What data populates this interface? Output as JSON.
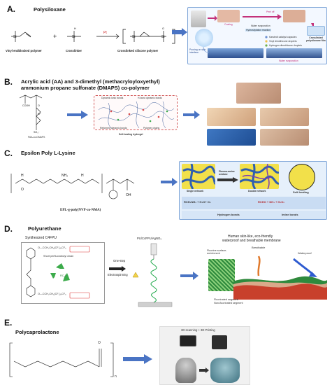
{
  "panels": {
    "A": {
      "letter": "A.",
      "title": "Polysiloxane",
      "labels": {
        "vinyl": "Vinyl endblocked polymer",
        "crosslinker": "Crosslinker",
        "crosslinked": "Crosslinked silicone polymer",
        "pt": "Pt",
        "coating": "Coating",
        "peel_off": "Peel off",
        "water_evap": "Water evaporation",
        "hydrosilylation": "Hydrosilylation reaction",
        "crosslinked_film": "Crosslinked polysiloxane film",
        "pouring": "Pouring on skin interface",
        "water_evap2": "Water evaporation",
        "legend1": "Karstedt catalyst capsules",
        "legend2": "Vinyl dimethicone droplets",
        "legend3": "Hydrogen dimethicone droplets"
      }
    },
    "B": {
      "letter": "B.",
      "title_line1": "Acrylic acid (AA) and 3-dimethyl (methacryloyloxyethyl)",
      "title_line2": "ammonium propane sulfonate (DMAPS) co-polymer",
      "labels": {
        "paa": "PAA-co-DMAPS",
        "hydrogel": "Self-healing hydrogel",
        "dyn1": "Dynamic ionic bonds",
        "dyn2": "H-bond dynamic bonds",
        "dyn3": "Reformed dynamic bonds",
        "dyn4": "Polymer chains"
      }
    },
    "C": {
      "letter": "C.",
      "title": "Epsilon Poly L-Lysine",
      "labels": {
        "epl": "EPL-g-poly(NVP-co-NMA)",
        "single": "Single network",
        "double": "Double network",
        "plasma": "Plasma-amine oxidase",
        "selfheal": "Self-healing",
        "eq1": "RCH₂NH₂ + H₂O+ O₂",
        "eq2": "RCHO + NH₃ + H₂O₂",
        "hbond": "Hydrogen bonds",
        "imine": "Imine bonds",
        "rch": "RCH=N"
      }
    },
    "D": {
      "letter": "D.",
      "title": "Polyurethane",
      "labels": {
        "synth": "Synthesized C4FPU",
        "short_chain": "Short perfluorobutyl chain",
        "onestep": "One-step",
        "electro": "Electrospinning",
        "pu": "PU/C4FPU/AgNO₃",
        "human1": "Human skin-like, eco-friendly",
        "human2": "waterproof and breathable membrane",
        "fluorine": "Fluorine surface-enrichment",
        "breathable": "Breathable",
        "waterproof": "Waterproof",
        "fluorinated": "Fluorinated segment",
        "nonfluor": "Non-fluorinated segment",
        "rcf": "RC₃F",
        "f1": "O—CCH₂CH₂(CF₂)₂CF₃",
        "f2": "O—CCH₂CH₂(CF₂)₂CF₃"
      }
    },
    "E": {
      "letter": "E.",
      "title": "Polycaprolactone",
      "labels": {
        "scan": "3D scanning + 3D Printing",
        "n": "n",
        "o": "O"
      }
    }
  },
  "colors": {
    "arrow": "#4a74c4",
    "frame": "#7fa6d8",
    "gel_blue": "#2f5fb0",
    "gel_yellow": "#f2e04a",
    "skin": "#d9a98a",
    "green_recycle": "#3cab4b",
    "spring": "#1fa84a"
  }
}
